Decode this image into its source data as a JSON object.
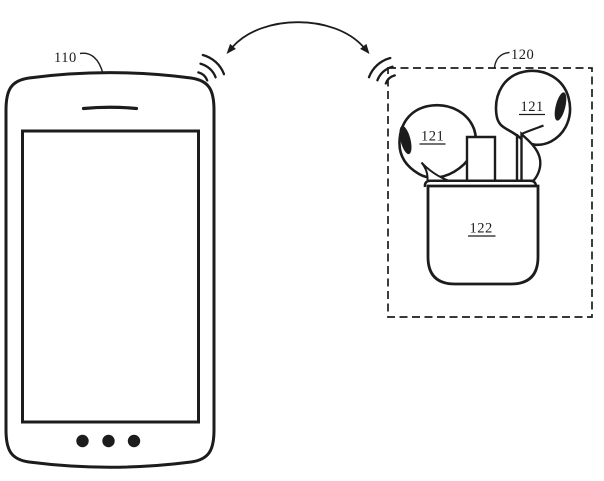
{
  "figure": {
    "labels": {
      "phone": "110",
      "earbuds_group": "120",
      "left_earbud": "121",
      "right_earbud": "121",
      "case": "122"
    }
  },
  "icons": {
    "wireless_signal_left": "radio-waves",
    "wireless_signal_right": "radio-waves",
    "connection": "double-headed-curved-arrow"
  },
  "colors": {
    "ink": "#1c1c1c",
    "background": "#ffffff"
  }
}
